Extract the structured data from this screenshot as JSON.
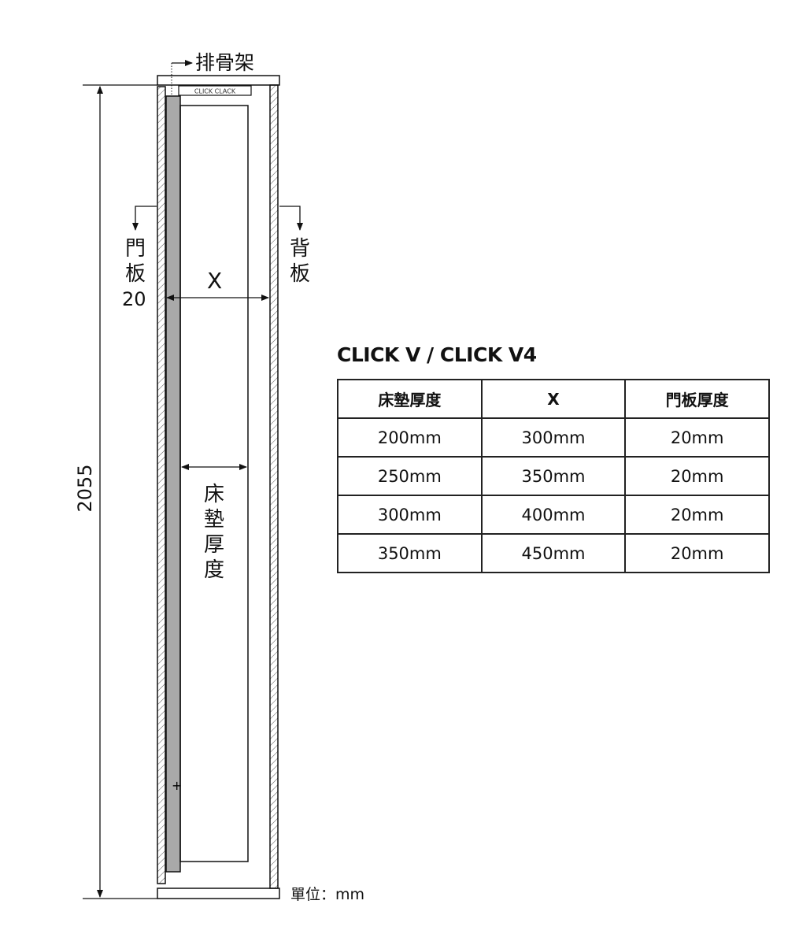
{
  "diagram": {
    "label_rack": "排骨架",
    "rack_brand": "CLICK CLACK",
    "label_door_chars": [
      "門",
      "板"
    ],
    "label_door_value": "20",
    "label_back_chars": [
      "背",
      "板"
    ],
    "label_x": "X",
    "label_mattress_chars": [
      "床",
      "墊",
      "厚",
      "度"
    ],
    "label_height": "2055",
    "label_unit": "單位：mm"
  },
  "table": {
    "title": "CLICK V / CLICK V4",
    "headers": [
      "床墊厚度",
      "X",
      "門板厚度"
    ],
    "rows": [
      [
        "200mm",
        "300mm",
        "20mm"
      ],
      [
        "250mm",
        "350mm",
        "20mm"
      ],
      [
        "300mm",
        "400mm",
        "20mm"
      ],
      [
        "350mm",
        "450mm",
        "20mm"
      ]
    ]
  }
}
